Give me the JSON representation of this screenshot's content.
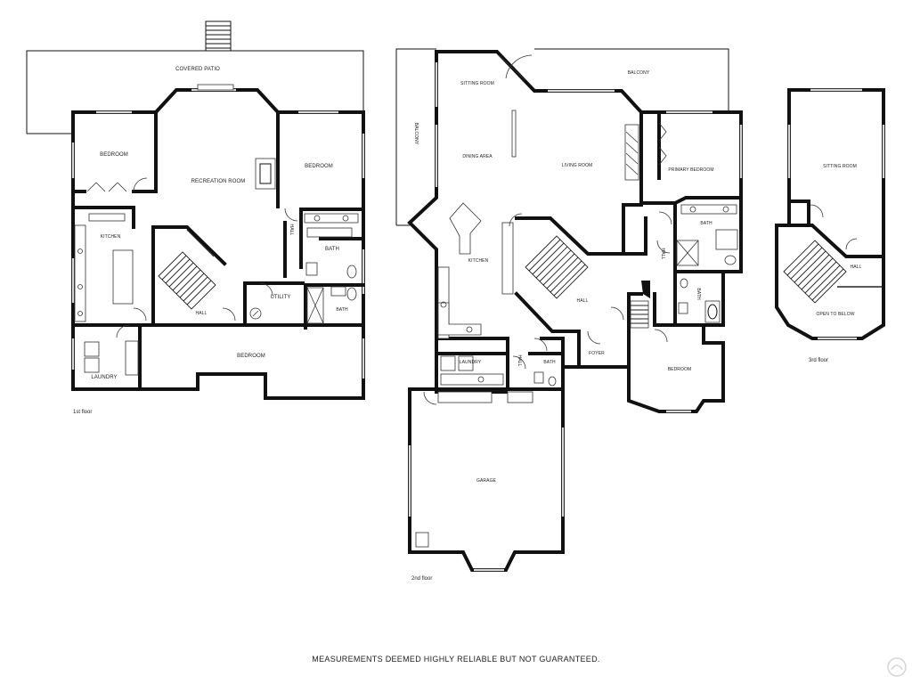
{
  "floors": {
    "first": {
      "label": "1st floor",
      "rooms": {
        "covered_patio": "COVERED PATIO",
        "bedroom_nw": "BEDROOM",
        "recreation_room": "RECREATION ROOM",
        "bedroom_ne": "BEDROOM",
        "kitchen": "KITCHEN",
        "hall_stair": "HALL",
        "hall_vertical": "HALL",
        "bath_upper": "BATH",
        "utility": "UTILITY",
        "bath_lower": "BATH",
        "laundry": "LAUNDRY",
        "bedroom_south": "BEDROOM"
      }
    },
    "second": {
      "label": "2nd floor",
      "rooms": {
        "balcony_west": "BALCONY",
        "sitting_room": "SITTING ROOM",
        "balcony_north": "BALCONY",
        "dining_area": "DINING AREA",
        "living_room": "LIVING ROOM",
        "primary_bedroom": "PRIMARY BEDROOM",
        "kitchen": "KITCHEN",
        "bath_primary": "BATH",
        "hall_right": "HALL",
        "hall_center": "HALL",
        "bath_small": "BATH",
        "laundry": "LAUNDRY",
        "hall_small": "HALL",
        "bath_powder": "BATH",
        "foyer": "FOYER",
        "bedroom": "BEDROOM",
        "garage": "GARAGE"
      }
    },
    "third": {
      "label": "3rd floor",
      "rooms": {
        "sitting_room": "SITTING ROOM",
        "hall": "HALL",
        "open_to_below": "OPEN TO BELOW"
      }
    }
  },
  "disclaimer": "MEASUREMENTS DEEMED HIGHLY RELIABLE BUT NOT GUARANTEED.",
  "colors": {
    "wall": "#111111",
    "background": "#ffffff"
  },
  "icons": {
    "watermark": "brand-logo-icon"
  }
}
